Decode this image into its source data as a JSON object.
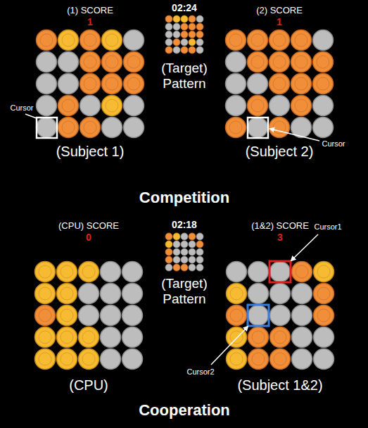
{
  "diagram": {
    "labels": [
      "(1) SCORE",
      "02:24",
      "(2) SCORE",
      "1",
      "1",
      "Cursor",
      "(Target) Pattern",
      "Cursor",
      "(Subject 1)",
      "(Subject 2)",
      "Competition",
      "(CPU) SCORE",
      "02:18",
      "(1&2) SCORE",
      "0",
      "3",
      "Cursor1",
      "(Target) Pattern",
      "Cursor2",
      "(CPU)",
      "(Subject 1&2)",
      "Cooperation"
    ]
  }
}
